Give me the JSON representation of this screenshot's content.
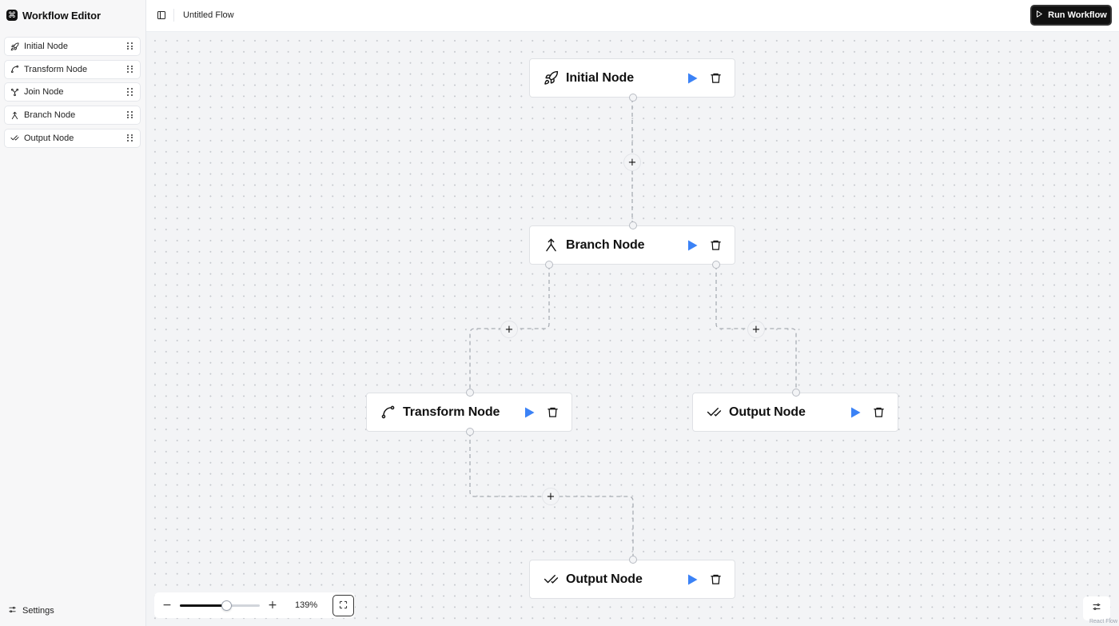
{
  "app": {
    "title": "Workflow Editor",
    "logo_icon": "command-icon"
  },
  "sidebar": {
    "items": [
      {
        "label": "Initial Node",
        "icon": "rocket-icon"
      },
      {
        "label": "Transform Node",
        "icon": "spline-icon"
      },
      {
        "label": "Join Node",
        "icon": "merge-icon"
      },
      {
        "label": "Branch Node",
        "icon": "split-icon"
      },
      {
        "label": "Output Node",
        "icon": "check-check-icon"
      }
    ],
    "settings_label": "Settings"
  },
  "header": {
    "flow_title": "Untitled Flow",
    "run_label": "Run Workflow"
  },
  "nodes": [
    {
      "id": "initial",
      "label": "Initial Node",
      "icon": "rocket-icon"
    },
    {
      "id": "branch",
      "label": "Branch Node",
      "icon": "split-icon"
    },
    {
      "id": "transform",
      "label": "Transform Node",
      "icon": "spline-icon"
    },
    {
      "id": "output-right",
      "label": "Output Node",
      "icon": "check-check-icon"
    },
    {
      "id": "output-bottom",
      "label": "Output Node",
      "icon": "check-check-icon"
    }
  ],
  "edges": [
    {
      "from": "initial",
      "to": "branch"
    },
    {
      "from": "branch",
      "to": "transform"
    },
    {
      "from": "branch",
      "to": "output-right"
    },
    {
      "from": "transform",
      "to": "output-bottom"
    }
  ],
  "zoom": {
    "level_label": "139%",
    "level_fraction": 0.58
  },
  "footer": {
    "attribution": "React Flow"
  },
  "colors": {
    "accent_play": "#3b82f6",
    "canvas_bg": "#f3f4f6",
    "run_button_bg": "#111111"
  }
}
